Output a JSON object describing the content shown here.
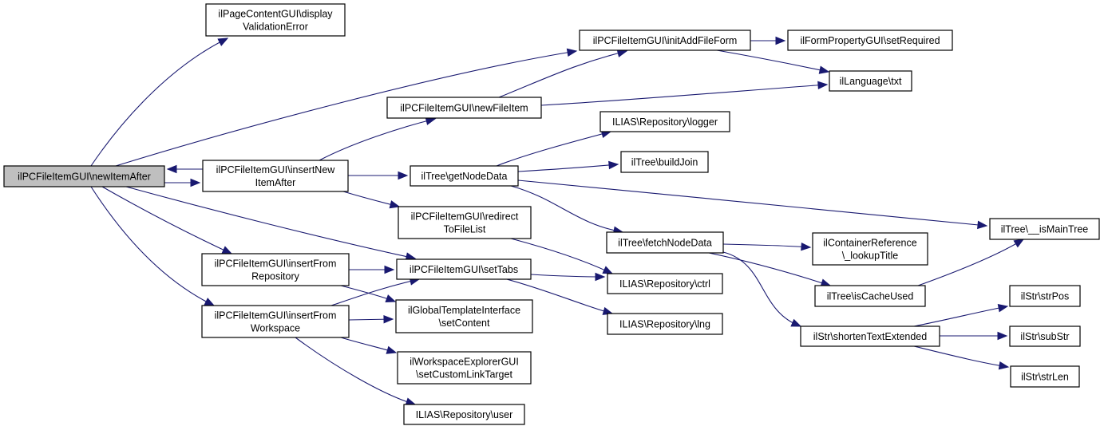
{
  "diagram": {
    "type": "call-graph",
    "edge_color": "#191970",
    "root_fill": "#bfbfbf",
    "nodes": [
      {
        "id": "newItemAfter",
        "lines": [
          "ilPCFileItemGUI\\newItemAfter"
        ],
        "root": true
      },
      {
        "id": "displayValidationError",
        "lines": [
          "ilPageContentGUI\\display",
          "ValidationError"
        ]
      },
      {
        "id": "insertNewItemAfter",
        "lines": [
          "ilPCFileItemGUI\\insertNew",
          "ItemAfter"
        ]
      },
      {
        "id": "insertFromRepository",
        "lines": [
          "ilPCFileItemGUI\\insertFrom",
          "Repository"
        ]
      },
      {
        "id": "insertFromWorkspace",
        "lines": [
          "ilPCFileItemGUI\\insertFrom",
          "Workspace"
        ]
      },
      {
        "id": "initAddFileForm",
        "lines": [
          "ilPCFileItemGUI\\initAddFileForm"
        ]
      },
      {
        "id": "newFileItem",
        "lines": [
          "ilPCFileItemGUI\\newFileItem"
        ]
      },
      {
        "id": "getNodeData",
        "lines": [
          "ilTree\\getNodeData"
        ]
      },
      {
        "id": "redirectToFileList",
        "lines": [
          "ilPCFileItemGUI\\redirect",
          "ToFileList"
        ]
      },
      {
        "id": "setTabs",
        "lines": [
          "ilPCFileItemGUI\\setTabs"
        ]
      },
      {
        "id": "setContent",
        "lines": [
          "ilGlobalTemplateInterface",
          "\\setContent"
        ]
      },
      {
        "id": "setCustomLinkTarget",
        "lines": [
          "ilWorkspaceExplorerGUI",
          "\\setCustomLinkTarget"
        ]
      },
      {
        "id": "user",
        "lines": [
          "ILIAS\\Repository\\user"
        ]
      },
      {
        "id": "logger",
        "lines": [
          "ILIAS\\Repository\\logger"
        ]
      },
      {
        "id": "buildJoin",
        "lines": [
          "ilTree\\buildJoin"
        ]
      },
      {
        "id": "fetchNodeData",
        "lines": [
          "ilTree\\fetchNodeData"
        ]
      },
      {
        "id": "ctrl",
        "lines": [
          "ILIAS\\Repository\\ctrl"
        ]
      },
      {
        "id": "lng",
        "lines": [
          "ILIAS\\Repository\\lng"
        ]
      },
      {
        "id": "setRequired",
        "lines": [
          "ilFormPropertyGUI\\setRequired"
        ]
      },
      {
        "id": "txt",
        "lines": [
          "ilLanguage\\txt"
        ]
      },
      {
        "id": "isMainTree",
        "lines": [
          "ilTree\\__isMainTree"
        ]
      },
      {
        "id": "lookupTitle",
        "lines": [
          "ilContainerReference",
          "\\_lookupTitle"
        ]
      },
      {
        "id": "isCacheUsed",
        "lines": [
          "ilTree\\isCacheUsed"
        ]
      },
      {
        "id": "shortenTextExtended",
        "lines": [
          "ilStr\\shortenTextExtended"
        ]
      },
      {
        "id": "strPos",
        "lines": [
          "ilStr\\strPos"
        ]
      },
      {
        "id": "subStr",
        "lines": [
          "ilStr\\subStr"
        ]
      },
      {
        "id": "strLen",
        "lines": [
          "ilStr\\strLen"
        ]
      }
    ],
    "edges": [
      {
        "from": "newItemAfter",
        "to": "displayValidationError"
      },
      {
        "from": "newItemAfter",
        "to": "initAddFileForm"
      },
      {
        "from": "newItemAfter",
        "to": "insertNewItemAfter"
      },
      {
        "from": "insertNewItemAfter",
        "to": "newItemAfter"
      },
      {
        "from": "newItemAfter",
        "to": "setTabs"
      },
      {
        "from": "newItemAfter",
        "to": "insertFromRepository"
      },
      {
        "from": "newItemAfter",
        "to": "insertFromWorkspace"
      },
      {
        "from": "insertNewItemAfter",
        "to": "newFileItem"
      },
      {
        "from": "insertNewItemAfter",
        "to": "getNodeData"
      },
      {
        "from": "insertNewItemAfter",
        "to": "redirectToFileList"
      },
      {
        "from": "insertFromRepository",
        "to": "setTabs"
      },
      {
        "from": "insertFromRepository",
        "to": "setContent"
      },
      {
        "from": "insertFromWorkspace",
        "to": "setTabs"
      },
      {
        "from": "insertFromWorkspace",
        "to": "setContent"
      },
      {
        "from": "insertFromWorkspace",
        "to": "setCustomLinkTarget"
      },
      {
        "from": "insertFromWorkspace",
        "to": "user"
      },
      {
        "from": "newFileItem",
        "to": "initAddFileForm"
      },
      {
        "from": "newFileItem",
        "to": "txt"
      },
      {
        "from": "initAddFileForm",
        "to": "setRequired"
      },
      {
        "from": "initAddFileForm",
        "to": "txt"
      },
      {
        "from": "getNodeData",
        "to": "logger"
      },
      {
        "from": "getNodeData",
        "to": "buildJoin"
      },
      {
        "from": "getNodeData",
        "to": "isMainTree"
      },
      {
        "from": "getNodeData",
        "to": "fetchNodeData"
      },
      {
        "from": "redirectToFileList",
        "to": "ctrl"
      },
      {
        "from": "setTabs",
        "to": "ctrl"
      },
      {
        "from": "setTabs",
        "to": "lng"
      },
      {
        "from": "fetchNodeData",
        "to": "lookupTitle"
      },
      {
        "from": "fetchNodeData",
        "to": "isCacheUsed"
      },
      {
        "from": "fetchNodeData",
        "to": "shortenTextExtended"
      },
      {
        "from": "isCacheUsed",
        "to": "isMainTree"
      },
      {
        "from": "shortenTextExtended",
        "to": "strPos"
      },
      {
        "from": "shortenTextExtended",
        "to": "subStr"
      },
      {
        "from": "shortenTextExtended",
        "to": "strLen"
      }
    ]
  }
}
